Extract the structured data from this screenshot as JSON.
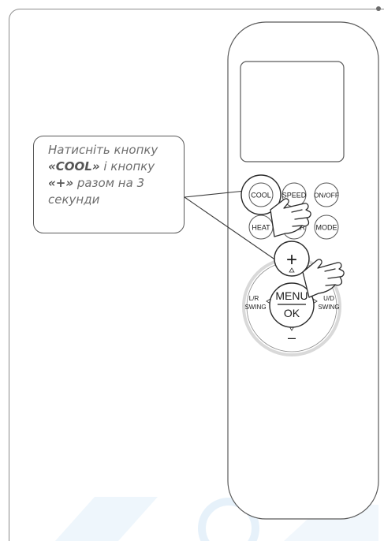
{
  "instruction": {
    "line1": "Натисніть кнопку",
    "cool_word": "«COOL»",
    "line2_rest": " і кнопку",
    "plus_word": "«+»",
    "line3_rest": " разом на 3",
    "line4": "секунди"
  },
  "remote": {
    "buttons": {
      "cool": "COOL",
      "speed": "SPEED",
      "onoff": "ON/OFF",
      "heat": "HEAT",
      "timer": "TIMER",
      "mode": "MODE"
    },
    "pad": {
      "plus": "+",
      "minus": "–",
      "menu": "MENU",
      "ok": "OK",
      "left_top": "L/R",
      "left_bottom": "SWING",
      "right_top": "U/D",
      "right_bottom": "SWING"
    }
  },
  "colors": {
    "outline": "#595959",
    "pad_ring": "#d9d9d9",
    "watermark": "#e8f3fb"
  },
  "icons": [
    "hand-pointer-icon",
    "hand-pointer-icon"
  ]
}
